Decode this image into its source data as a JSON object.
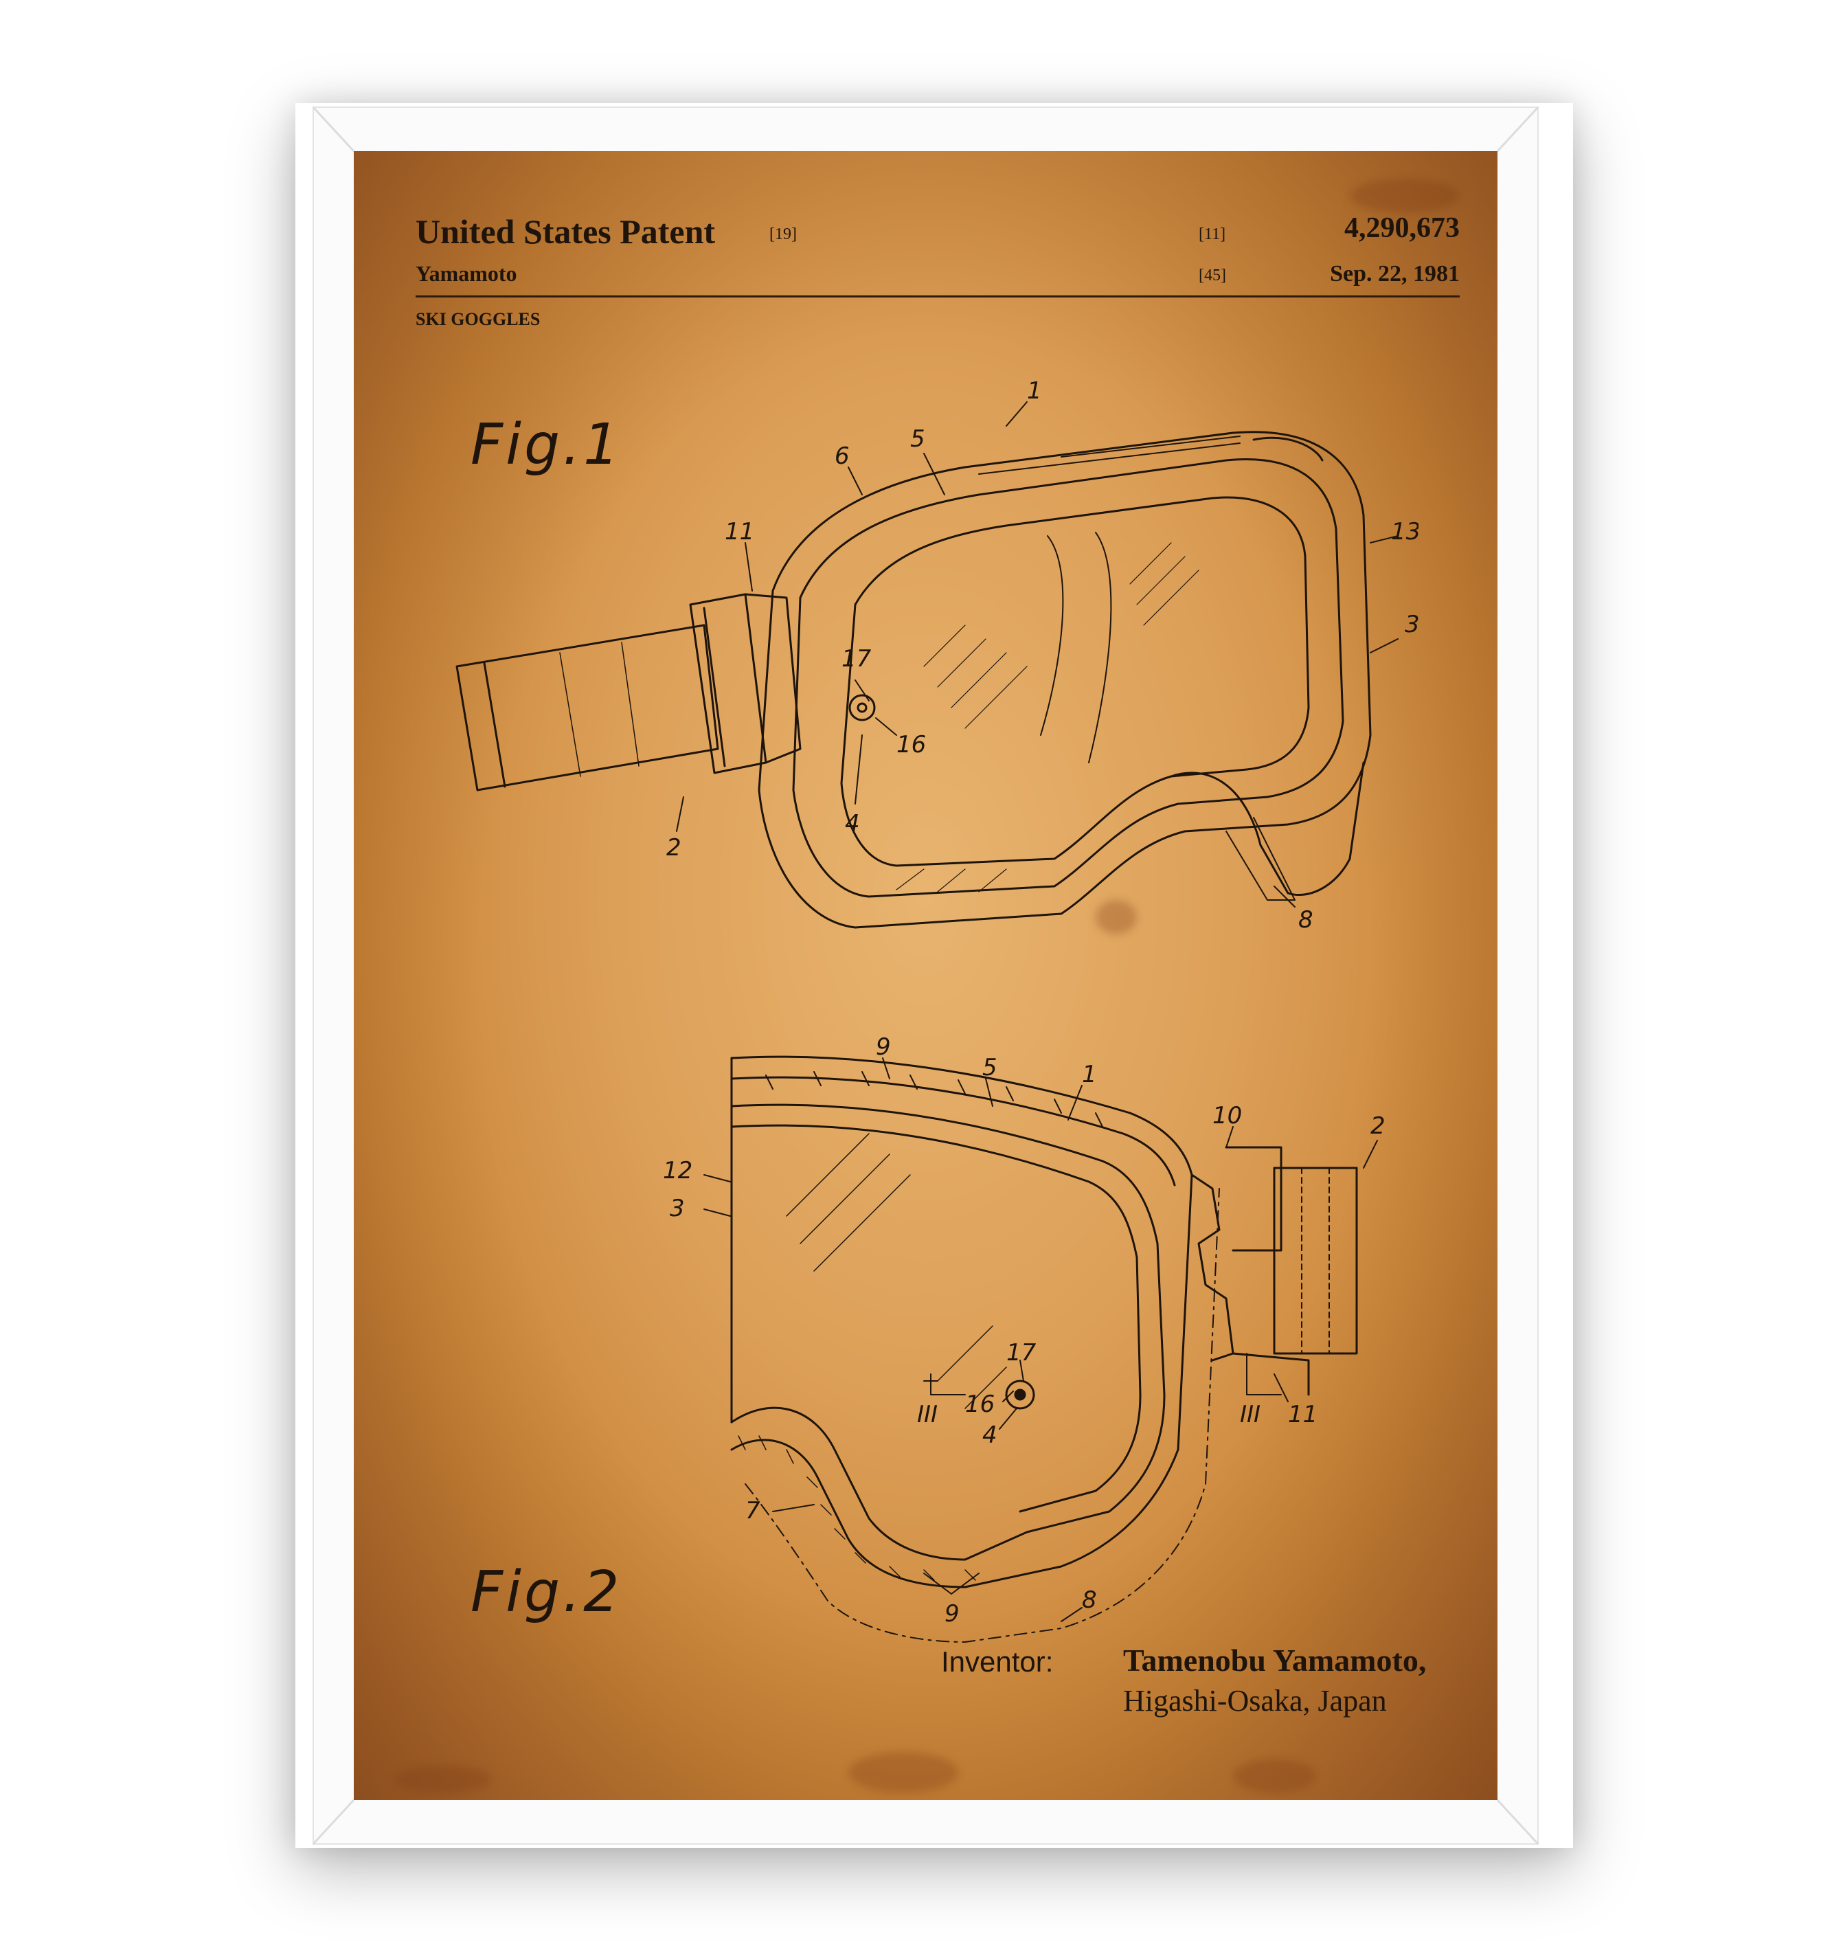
{
  "patent": {
    "title": "United States Patent",
    "code_19": "[19]",
    "code_11": "[11]",
    "number": "4,290,673",
    "inventor_short": "Yamamoto",
    "code_45": "[45]",
    "date": "Sep. 22, 1981",
    "subject": "SKI GOGGLES"
  },
  "figures": {
    "fig1_label": "Fig.1",
    "fig2_label": "Fig.2",
    "fig1_refs": [
      "1",
      "5",
      "6",
      "11",
      "13",
      "3",
      "17",
      "16",
      "2",
      "4",
      "8"
    ],
    "fig2_refs": [
      "9",
      "5",
      "1",
      "10",
      "2",
      "12",
      "3",
      "17",
      "16",
      "4",
      "III",
      "III",
      "11",
      "7",
      "9",
      "8"
    ]
  },
  "footer": {
    "inventor_label": "Inventor:",
    "inventor_name": "Tamenobu Yamamoto,",
    "inventor_location": "Higashi-Osaka, Japan"
  },
  "colors": {
    "frame": "#fbfbfb",
    "paper": "#dc9f58",
    "ink": "#1e140b"
  }
}
